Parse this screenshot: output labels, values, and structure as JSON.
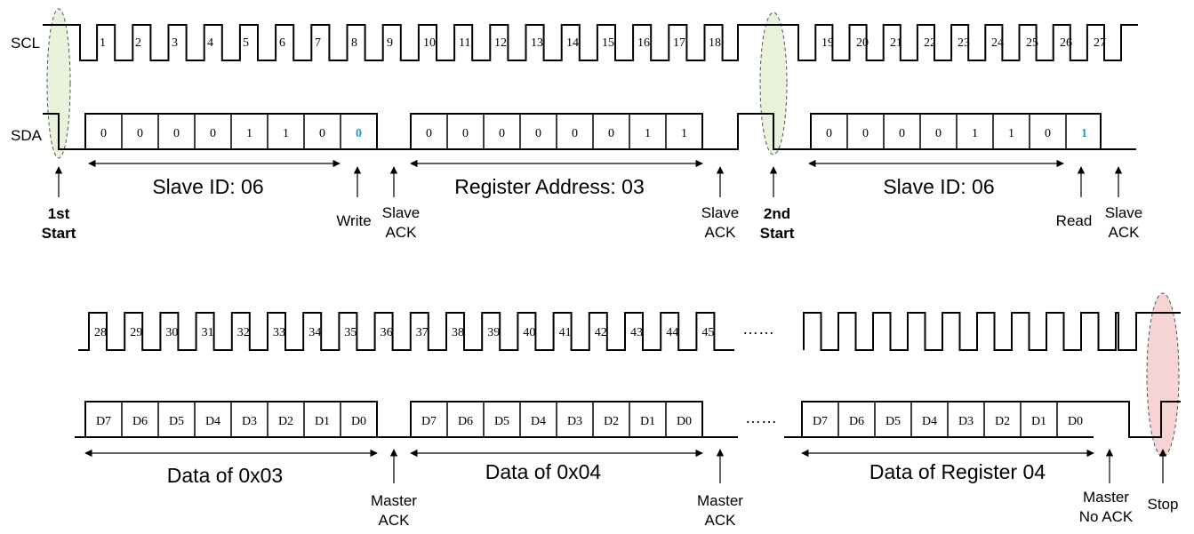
{
  "signals": {
    "scl": "SCL",
    "sda": "SDA"
  },
  "row1": {
    "scl_numbers": [
      "1",
      "2",
      "3",
      "4",
      "5",
      "6",
      "7",
      "8",
      "9",
      "10",
      "11",
      "12",
      "13",
      "14",
      "15",
      "16",
      "17",
      "18",
      "19",
      "20",
      "21",
      "22",
      "23",
      "24",
      "25",
      "26",
      "27"
    ],
    "byte1_bits": [
      "0",
      "0",
      "0",
      "0",
      "1",
      "1",
      "0",
      "0"
    ],
    "byte2_bits": [
      "0",
      "0",
      "0",
      "0",
      "0",
      "0",
      "1",
      "1"
    ],
    "byte3_bits": [
      "0",
      "0",
      "0",
      "0",
      "1",
      "1",
      "0",
      "1"
    ],
    "span_slave_id_1": "Slave ID: 06",
    "span_register": "Register Address: 03",
    "span_slave_id_2": "Slave ID: 06",
    "first_start": [
      "1st",
      "Start"
    ],
    "write": "Write",
    "slave_ack_1": [
      "Slave",
      "ACK"
    ],
    "slave_ack_2": [
      "Slave",
      "ACK"
    ],
    "second_start": [
      "2nd",
      "Start"
    ],
    "read": "Read",
    "slave_ack_3": [
      "Slave",
      "ACK"
    ]
  },
  "row2": {
    "scl_numbers": [
      "28",
      "29",
      "30",
      "31",
      "32",
      "33",
      "34",
      "35",
      "36",
      "37",
      "38",
      "39",
      "40",
      "41",
      "42",
      "43",
      "44",
      "45"
    ],
    "dots": "……",
    "data_bits": [
      "D7",
      "D6",
      "D5",
      "D4",
      "D3",
      "D2",
      "D1",
      "D0"
    ],
    "span_data_1": "Data of 0x03",
    "span_data_2": "Data of 0x04",
    "span_data_3": "Data of Register 04",
    "master_ack_1": [
      "Master",
      "ACK"
    ],
    "master_ack_2": [
      "Master",
      "ACK"
    ],
    "master_no_ack": [
      "Master",
      "No ACK"
    ],
    "stop": "Stop"
  },
  "colors": {
    "highlight_bit": "#1a9ad6",
    "start_ellipse_fill": "#e9f3dc",
    "stop_ellipse_fill": "#f7d4d4"
  }
}
